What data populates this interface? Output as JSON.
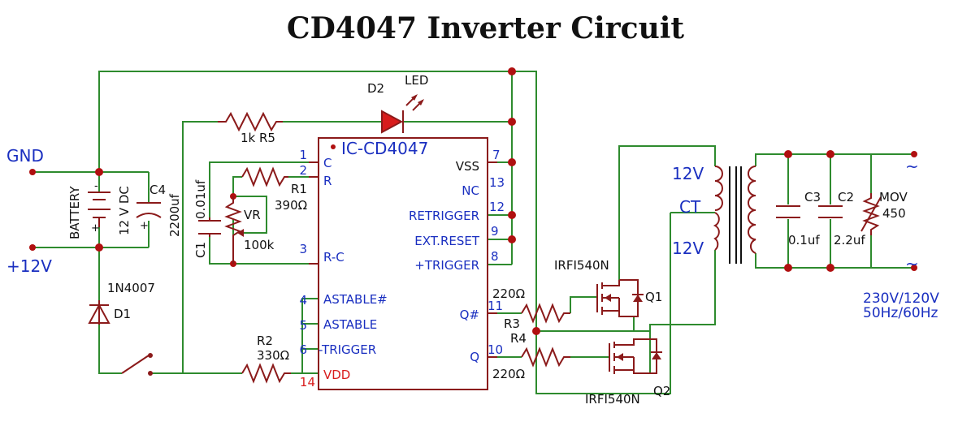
{
  "title": "CD4047 Inverter Circuit",
  "labels": {
    "gnd": "GND",
    "plus12": "+12V",
    "battery": "BATTERY",
    "vdc": "12 V DC",
    "c4": "C4",
    "c4v": "2200uf",
    "d2": "D2",
    "led": "LED",
    "r5": "1k  R5",
    "ic": "IC-CD4047",
    "c1": "C1",
    "c1v": "0.01uf",
    "r1": "R1",
    "r1v": "390Ω",
    "vr": "VR",
    "vrv": "100k",
    "d1v": "1N4007",
    "d1": "D1",
    "r2": "R2",
    "r2v": "330Ω",
    "r3v": "220Ω",
    "r3": "R3",
    "r4": "R4",
    "r4v": "220Ω",
    "q1type": "IRFI540N",
    "q1": "Q1",
    "q2type": "IRFI540N",
    "q2": "Q2",
    "t12a": "12V",
    "ct": "CT",
    "t12b": "12V",
    "c3": "C3",
    "c3v": "0.1uf",
    "c2": "C2",
    "c2v": "2.2uf",
    "mov": "MOV",
    "movv": "450",
    "tilde": "~",
    "out1": "230V/120V",
    "out2": "50Hz/60Hz"
  },
  "ic_pins": {
    "left": [
      {
        "num": "1",
        "name": "C"
      },
      {
        "num": "2",
        "name": "R"
      },
      {
        "num": "3",
        "name": "R-C"
      },
      {
        "num": "4",
        "name": "ASTABLE#"
      },
      {
        "num": "5",
        "name": "ASTABLE"
      },
      {
        "num": "6",
        "name": "-TRIGGER"
      },
      {
        "num": "14",
        "name": "VDD"
      }
    ],
    "right": [
      {
        "num": "7",
        "name": "VSS"
      },
      {
        "num": "13",
        "name": "NC"
      },
      {
        "num": "12",
        "name": "RETRIGGER"
      },
      {
        "num": "9",
        "name": "EXT.RESET"
      },
      {
        "num": "8",
        "name": "+TRIGGER"
      },
      {
        "num": "11",
        "name": "Q#"
      },
      {
        "num": "10",
        "name": "Q"
      }
    ]
  },
  "colors": {
    "wire": "#2e8b2e",
    "component": "#8b1a1a",
    "label": "#1a2fc0",
    "highlight": "#d81c1c"
  }
}
